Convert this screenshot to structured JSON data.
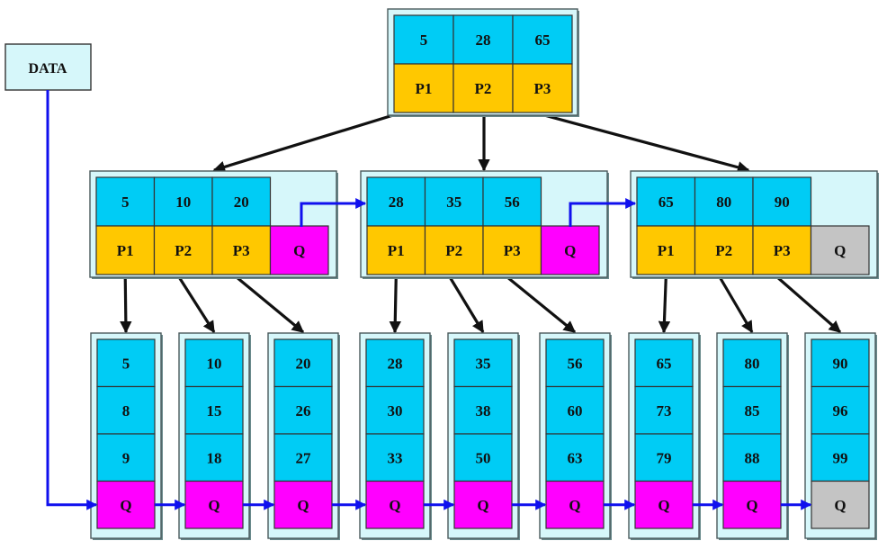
{
  "data_label": "DATA",
  "colors": {
    "key": "#00ccf5",
    "pointer": "#ffc800",
    "next": "#ff00ff",
    "null_next": "#c4c4c4",
    "frame": "#d6f7fa",
    "edge": "#111111",
    "link": "#1010ee"
  },
  "root": {
    "keys": [
      "5",
      "28",
      "65"
    ],
    "pointers": [
      "P1",
      "P2",
      "P3"
    ]
  },
  "internal": [
    {
      "keys": [
        "5",
        "10",
        "20"
      ],
      "pointers": [
        "P1",
        "P2",
        "P3"
      ],
      "next": "Q"
    },
    {
      "keys": [
        "28",
        "35",
        "56"
      ],
      "pointers": [
        "P1",
        "P2",
        "P3"
      ],
      "next": "Q"
    },
    {
      "keys": [
        "65",
        "80",
        "90"
      ],
      "pointers": [
        "P1",
        "P2",
        "P3"
      ],
      "next": "Q"
    }
  ],
  "leaves": [
    {
      "keys": [
        "5",
        "8",
        "9"
      ],
      "next": "Q"
    },
    {
      "keys": [
        "10",
        "15",
        "18"
      ],
      "next": "Q"
    },
    {
      "keys": [
        "20",
        "26",
        "27"
      ],
      "next": "Q"
    },
    {
      "keys": [
        "28",
        "30",
        "33"
      ],
      "next": "Q"
    },
    {
      "keys": [
        "35",
        "38",
        "50"
      ],
      "next": "Q"
    },
    {
      "keys": [
        "56",
        "60",
        "63"
      ],
      "next": "Q"
    },
    {
      "keys": [
        "65",
        "73",
        "79"
      ],
      "next": "Q"
    },
    {
      "keys": [
        "80",
        "85",
        "88"
      ],
      "next": "Q"
    },
    {
      "keys": [
        "90",
        "96",
        "99"
      ],
      "next": "Q"
    }
  ]
}
